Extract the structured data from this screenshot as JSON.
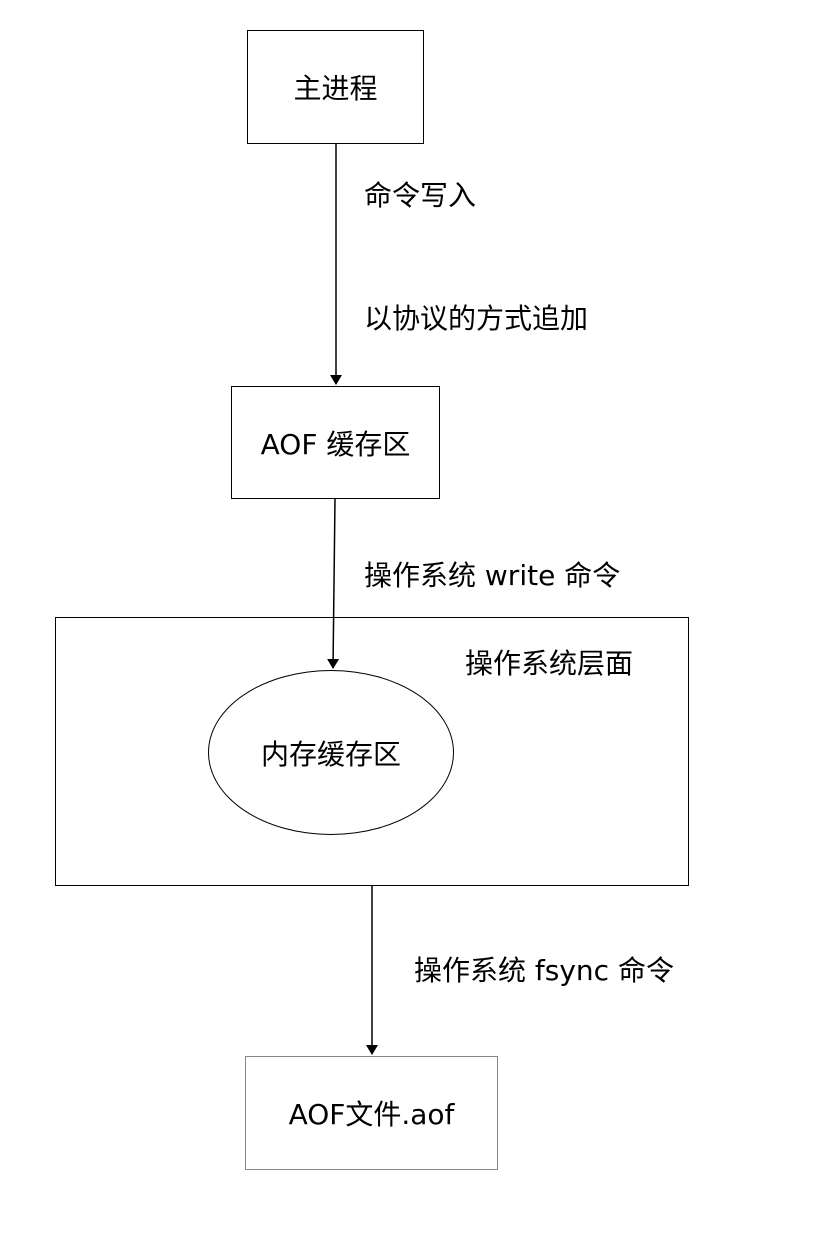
{
  "nodes": {
    "main_process": "主进程",
    "aof_buffer": "AOF 缓存区",
    "os_layer": "操作系统层面",
    "memory_buffer": "内存缓存区",
    "aof_file": "AOF文件.aof"
  },
  "edges": {
    "write_command": "命令写入",
    "append_by_protocol": "以协议的方式追加",
    "os_write": "操作系统 write 命令",
    "os_fsync": "操作系统 fsync 命令"
  },
  "colors": {
    "stroke": "#000000",
    "file_border": "#888888",
    "background": "#ffffff"
  }
}
